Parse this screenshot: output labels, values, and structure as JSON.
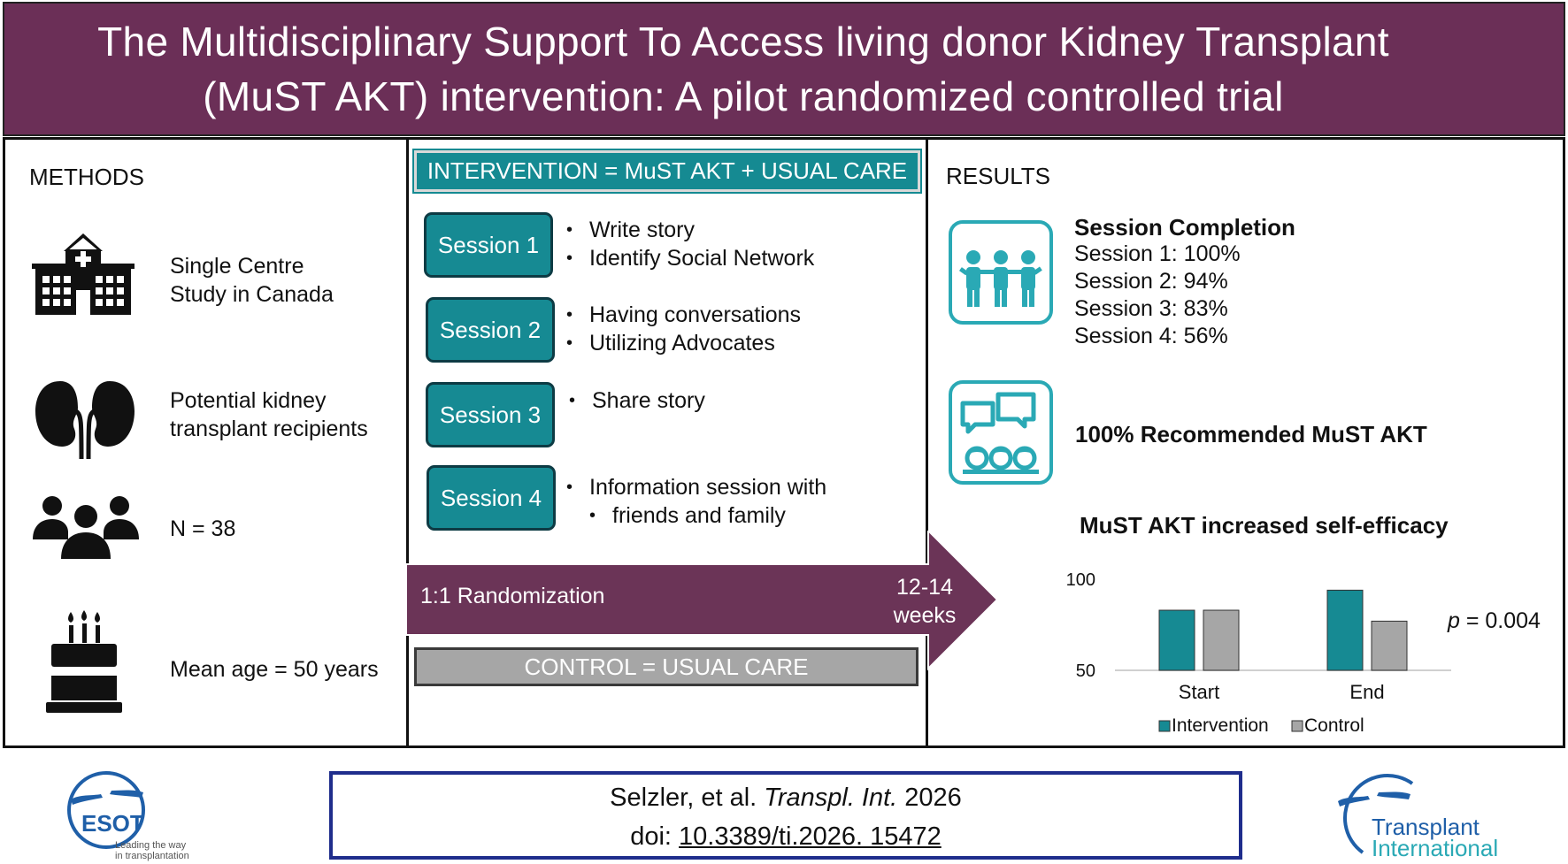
{
  "title": {
    "line1": "The Multidisciplinary Support To Access living donor Kidney Transplant",
    "line2": "(MuST AKT) intervention: A pilot randomized controlled trial"
  },
  "methods": {
    "heading": "METHODS",
    "items": [
      {
        "icon": "hospital-icon",
        "line1": "Single Centre",
        "line2": "Study in Canada"
      },
      {
        "icon": "kidney-icon",
        "line1": "Potential kidney",
        "line2": "transplant recipients"
      },
      {
        "icon": "people-group-icon",
        "line1": "N = 38",
        "line2": ""
      },
      {
        "icon": "birthday-cake-icon",
        "line1": "Mean age = 50 years",
        "line2": ""
      }
    ]
  },
  "intervention": {
    "header": "INTERVENTION = MuST AKT + USUAL CARE",
    "sessions": [
      {
        "label": "Session 1",
        "bullets": [
          "Write story",
          "Identify Social Network"
        ]
      },
      {
        "label": "Session 2",
        "bullets": [
          "Having conversations",
          "Utilizing Advocates"
        ]
      },
      {
        "label": "Session 3",
        "bullets": [
          "Share story"
        ]
      },
      {
        "label": "Session 4",
        "bullets": [
          "Information session with",
          "friends and family"
        ]
      }
    ]
  },
  "randomization": {
    "label": "1:1 Randomization",
    "duration_line1": "12-14",
    "duration_line2": "weeks"
  },
  "control": {
    "label": "CONTROL = USUAL CARE"
  },
  "results": {
    "heading": "RESULTS",
    "completion_title": "Session Completion",
    "completion_lines": [
      "Session 1: 100%",
      "Session 2: 94%",
      "Session 3: 83%",
      "Session 4: 56%"
    ],
    "recommended": "100% Recommended MuST AKT",
    "chart_title": "MuST AKT increased self-efficacy",
    "p_value_prefix": "p",
    "p_value_rest": " = 0.004"
  },
  "chart_data": {
    "type": "bar",
    "title": "MuST AKT increased self-efficacy",
    "categories": [
      "Start",
      "End"
    ],
    "series": [
      {
        "name": "Intervention",
        "values": [
          83,
          94
        ],
        "color": "#168a93"
      },
      {
        "name": "Control",
        "values": [
          83,
          77
        ],
        "color": "#a6a6a6"
      }
    ],
    "ylim": [
      50,
      100
    ],
    "yticks": [
      "50",
      "100"
    ],
    "legend": "bottom",
    "grid": false
  },
  "citation": {
    "authors": "Selzler, et al. ",
    "journal": "Transpl. Int.",
    "year": " 2026",
    "doi_prefix": "doi: ",
    "doi": "10.3389/ti.2026. 15472"
  },
  "logos": {
    "esot": {
      "name": "ESOT",
      "tagline1": "Leading the way",
      "tagline2": "in transplantation"
    },
    "transplant_international": {
      "line1": "Transplant",
      "line2": "International"
    }
  },
  "colors": {
    "banner": "#6b2f57",
    "teal": "#168a93",
    "icon_border": "#2aa9b5",
    "grey": "#a6a6a6",
    "citation_border": "#1f2d8c",
    "logo_blue": "#1f5fa8"
  }
}
